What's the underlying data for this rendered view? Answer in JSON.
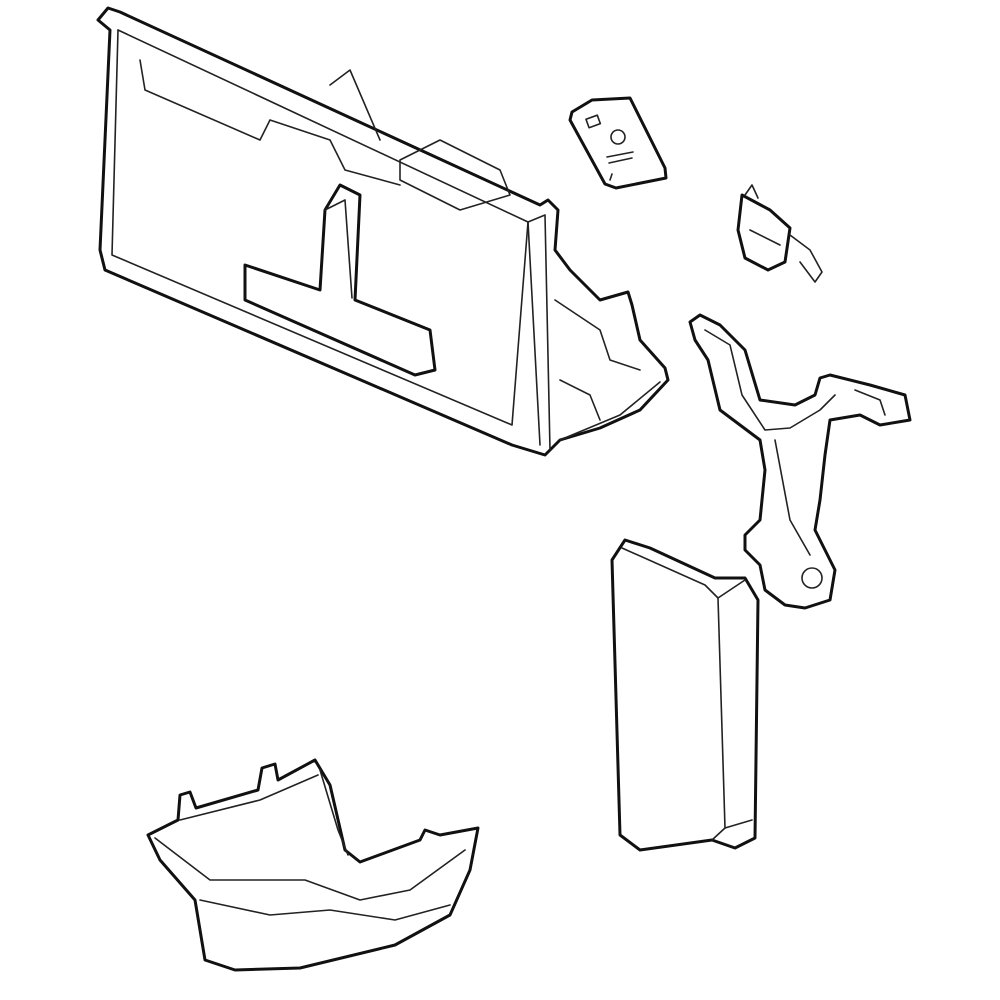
{
  "diagram": {
    "style": "exploded parts line drawing",
    "line_color": "#111111",
    "background": "#ffffff",
    "parts": [
      {
        "id": "dispenser-housing"
      },
      {
        "id": "control-board"
      },
      {
        "id": "actuator-switch"
      },
      {
        "id": "lever-bracket"
      },
      {
        "id": "dispenser-paddle"
      },
      {
        "id": "drip-tray"
      }
    ]
  }
}
